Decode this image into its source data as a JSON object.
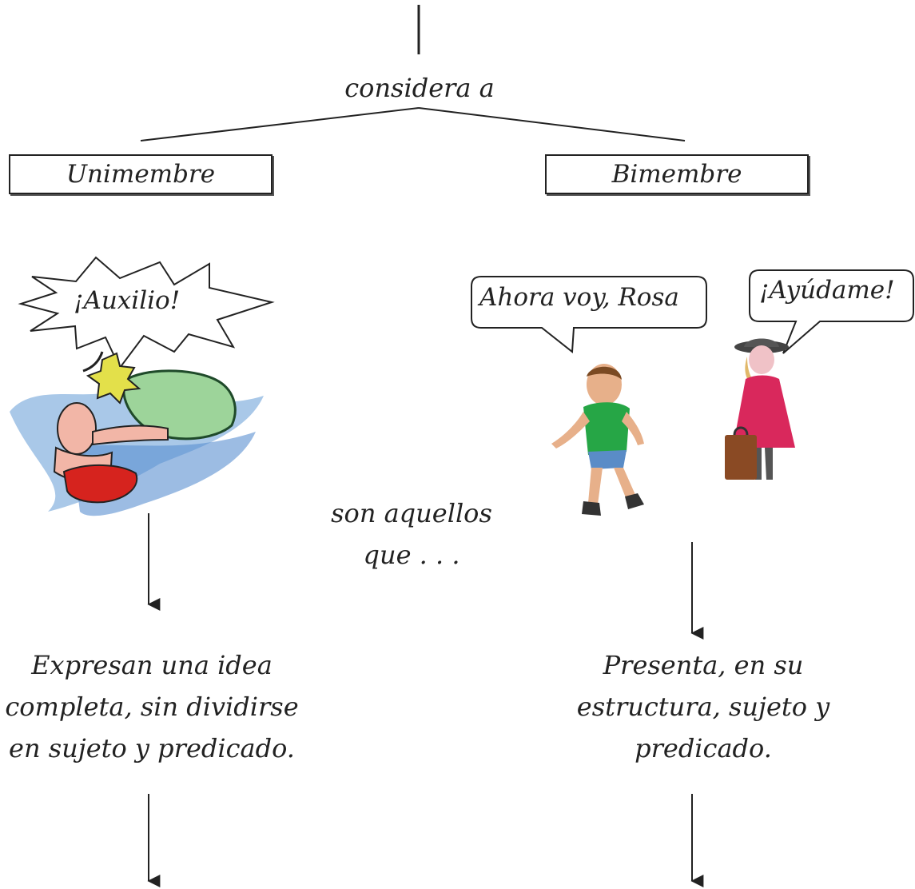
{
  "connector_label": "considera a",
  "branches": {
    "left": {
      "label": "Unimembre",
      "example": "¡Auxilio!",
      "description_lines": [
        "Expresan una idea",
        "completa, sin dividirse",
        "en sujeto y predicado."
      ]
    },
    "right": {
      "label": "Bimembre",
      "examples": [
        "Ahora voy, Rosa",
        "¡Ayúdame!"
      ],
      "description_lines": [
        "Presenta, en su",
        "estructura, sujeto y",
        "predicado."
      ]
    }
  },
  "middle_label_lines": [
    "son aquellos",
    "que . . ."
  ]
}
